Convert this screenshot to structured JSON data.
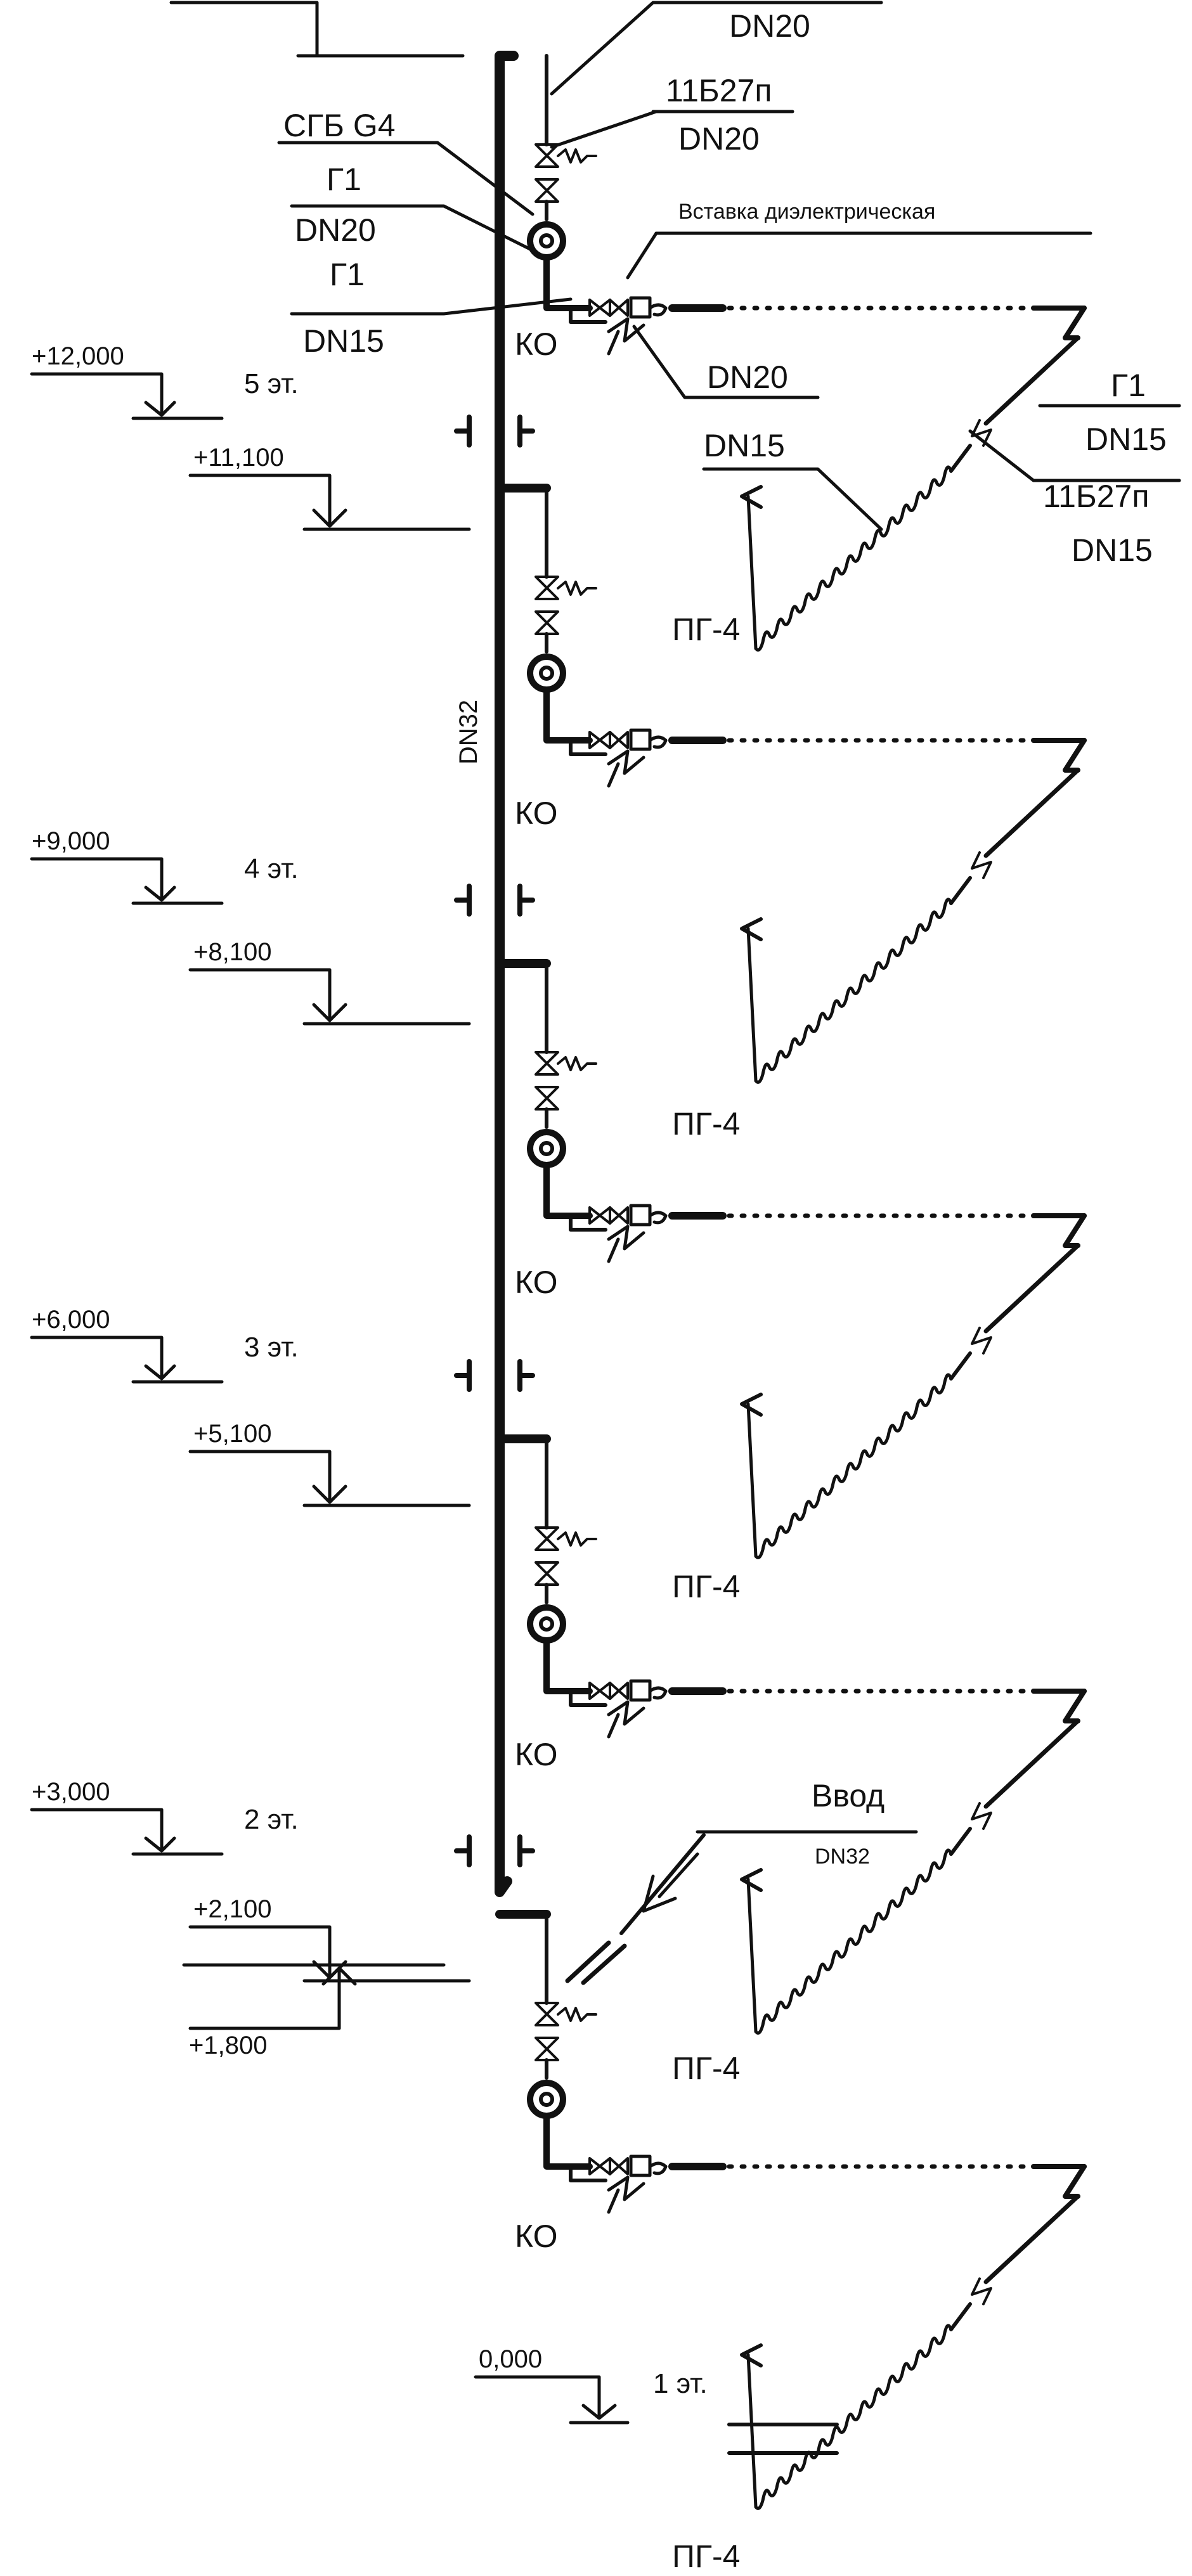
{
  "labels": {
    "dn20_top": "DN20",
    "sgb": "СГБ G4",
    "valve_type": "11Б27п",
    "dn20_valve": "DN20",
    "g1": "Г1",
    "dn20": "DN20",
    "g1b": "Г1",
    "dn15": "DN15",
    "insert": "Вставка диэлектрическая",
    "dn20_bot": "DN20",
    "dn15_pipe": "DN15",
    "g1_right": "Г1",
    "dn15_right": "DN15",
    "valve_right": "11Б27п",
    "dn15_right2": "DN15",
    "riser": "DN32",
    "ko": "КО",
    "pg": "ПГ-4",
    "inlet": "Ввод",
    "inlet_dn": "DN32"
  },
  "floors": [
    {
      "name": "5 эт.",
      "floor": "+12,000",
      "ceiling": "+11,100"
    },
    {
      "name": "4 эт.",
      "floor": "+9,000",
      "ceiling": "+8,100"
    },
    {
      "name": "3 эт.",
      "floor": "+6,000",
      "ceiling": "+5,100"
    },
    {
      "name": "2 эт.",
      "floor": "+3,000",
      "ceiling": "+2,100"
    },
    {
      "name": "1 эт.",
      "floor": "0,000",
      "ceiling": "+1,800"
    }
  ],
  "colors": {
    "line": "#111111",
    "background": "#ffffff"
  }
}
